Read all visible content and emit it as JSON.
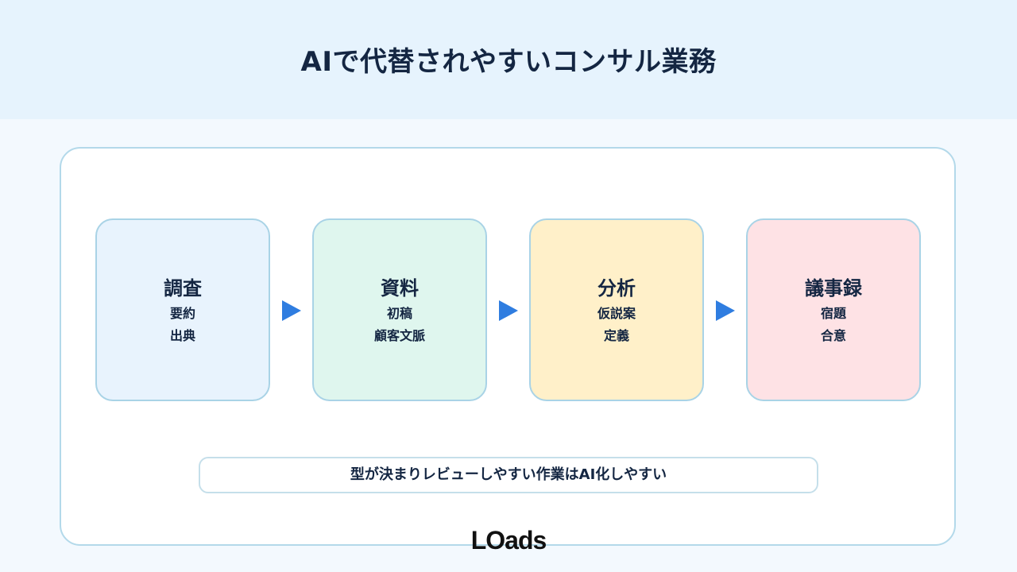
{
  "header": {
    "title": "AIで代替されやすいコンサル業務"
  },
  "steps": [
    {
      "title": "調査",
      "lines": [
        "要約",
        "出典"
      ],
      "color": "#e8f3fd"
    },
    {
      "title": "資料",
      "lines": [
        "初稿",
        "顧客文脈"
      ],
      "color": "#dff6ee"
    },
    {
      "title": "分析",
      "lines": [
        "仮説案",
        "定義"
      ],
      "color": "#fff0c9"
    },
    {
      "title": "議事録",
      "lines": [
        "宿題",
        "合意"
      ],
      "color": "#fee2e5"
    }
  ],
  "arrow_color": "#2f7de0",
  "summary": "型が決まりレビューしやすい作業はAI化しやすい",
  "logo": "LOads"
}
